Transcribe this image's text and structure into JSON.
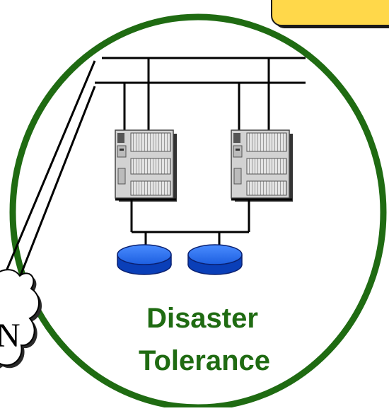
{
  "label": {
    "line1": "Disaster",
    "line2": "Tolerance"
  },
  "cloud": {
    "partial_letter": "N"
  },
  "colors": {
    "circle": "#1f6b12",
    "label": "#1f6b12",
    "callout_fill": "#ffd84a",
    "disk_top": "#2a6fe0",
    "disk_body": "#0a3fb8",
    "server_body": "#d2d2d2",
    "wire": "#000000"
  },
  "icons": {
    "server": "server-icon",
    "disk": "disk-icon",
    "cloud": "cloud-icon"
  }
}
